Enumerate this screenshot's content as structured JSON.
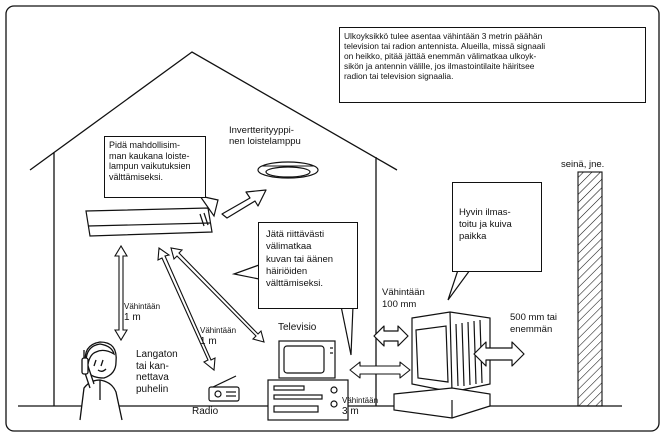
{
  "notes": {
    "antenna_distance": "Ulkoyksikkö tulee asentaa vähintään 3 metrin päähän\ntelevision tai radion antennista. Alueilla, missä signaali\non heikko, pitää jättää enemmän välimatkaa ulkoyk-\nsikön ja antennin välille, jos ilmastointilaite häiritsee\nradion tai television signaalia.",
    "fluorescent_distance": "Pidä mahdollisim-\nman kaukana loiste-\nlampun vaikutuksien\nvälttämiseksi.",
    "interference_spacing": "Jätä riittävästi\nvälimatkaa\nkuvan tai äänen\nhäiriöiden\nvälttämiseksi.",
    "ventilated_place": "Hyvin ilmas-\ntoitu ja kuiva\npaikka"
  },
  "labels": {
    "inverter_lamp": "Invertterityyppi-\nnen loistelamppu",
    "wall": "seinä, jne.",
    "min_100mm": "Vähintään\n100 mm",
    "min_500mm": "500 mm tai\nenemmän",
    "min_1m_phone_small": "Vähintään",
    "min_1m_phone_big": "1 m",
    "min_1m_radio_small": "Vähintään",
    "min_1m_radio_big": "1 m",
    "min_3m_small": "Vähintään",
    "min_3m_big": "3 m",
    "television": "Televisio",
    "radio": "Radio",
    "cordless_phone": "Langaton\ntai kan-\nnettava\npuhelin"
  },
  "colors": {
    "line": "#111111",
    "background": "#ffffff",
    "hatch": "#111111"
  }
}
